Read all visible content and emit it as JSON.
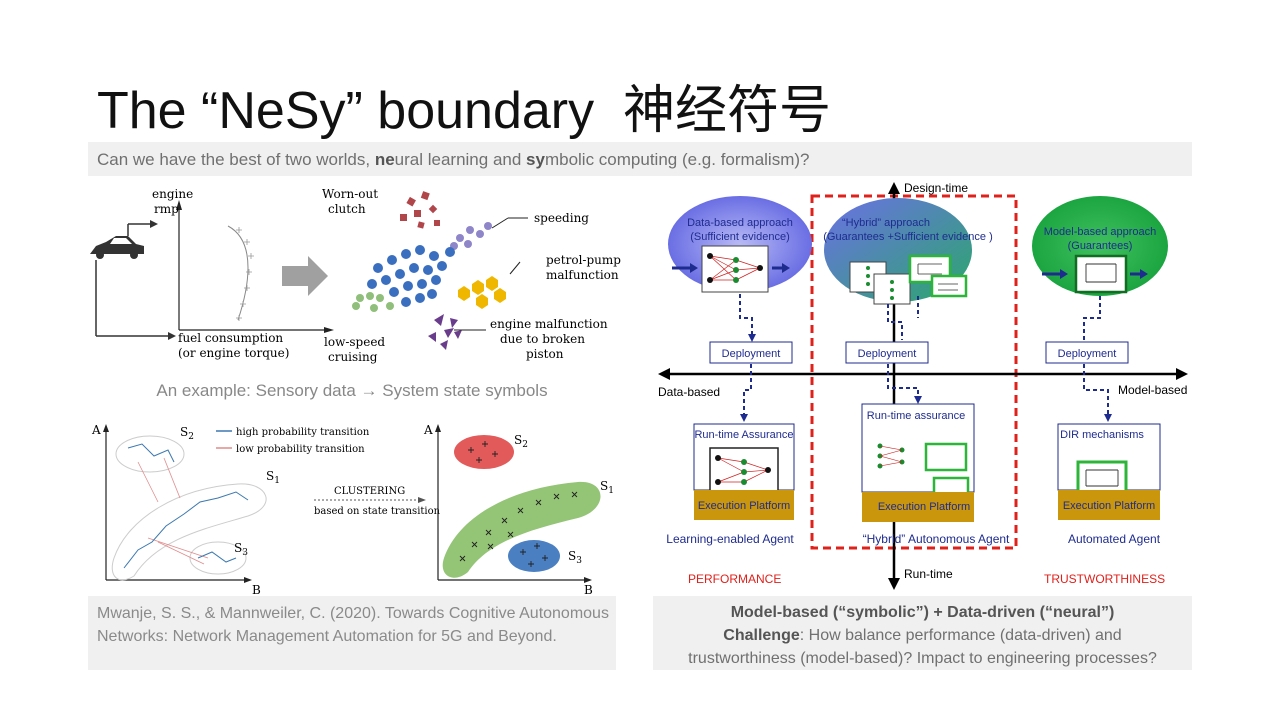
{
  "title": "The “NeSy” boundary",
  "title_cjk": "神经符号",
  "subtitle": {
    "p1": "Can we have the best of two worlds, ",
    "b1": "ne",
    "p2": "ural learning and ",
    "b2": "sy",
    "p3": "mbolic computing (e.g. formalism)?"
  },
  "sensor_figure": {
    "y_axis": [
      "engine",
      "rmp"
    ],
    "x_axis": [
      "fuel consumption",
      "(or engine torque)"
    ],
    "clusters": {
      "worn_out": [
        "Worn-out",
        "clutch"
      ],
      "speeding": "speeding",
      "petrol": [
        "petrol-pump",
        "malfunction"
      ],
      "low_speed": [
        "low-speed",
        "cruising"
      ],
      "engine": [
        "engine malfunction",
        "due to broken",
        "piston"
      ]
    }
  },
  "caption_example": "An example: Sensory data → System state symbols",
  "cluster_figure": {
    "axis_a": "A",
    "axis_b": "B",
    "s1": "S",
    "s2": "S",
    "s3": "S",
    "sub1": "1",
    "sub2": "2",
    "sub3": "3",
    "legend_high": "high probability transition",
    "legend_low": "low probability transition",
    "clustering": "CLUSTERING",
    "clustering_sub": "based on state transition"
  },
  "reference": "Mwanje, S. S., & Mannweiler, C. (2020). Towards Cognitive Autonomous Networks: Network Management Automation for 5G and Beyond.",
  "design_figure": {
    "design_time": "Design-time",
    "run_time": "Run-time",
    "data_based": "Data-based",
    "model_based": "Model-based",
    "left": {
      "title": "Data-based approach",
      "sub": "(Sufficient evidence)",
      "deployment": "Deployment",
      "box": "Run-time Assurance",
      "platform": "Execution Platform",
      "agent": "Learning-enabled Agent"
    },
    "mid": {
      "title": "“Hybrid” approach",
      "sub": "(Guarantees +Sufficient evidence )",
      "deployment": "Deployment",
      "box": "Run-time assurance",
      "platform": "Execution Platform",
      "agent": "“Hybrid” Autonomous Agent"
    },
    "right": {
      "title": "Model-based approach",
      "sub": "(Guarantees)",
      "deployment": "Deployment",
      "box": "DIR mechanisms",
      "platform": "Execution Platform",
      "agent": "Automated Agent"
    },
    "performance": "PERFORMANCE",
    "trustworthiness": "TRUSTWORTHINESS"
  },
  "note": {
    "line1": "Model-based (“symbolic”) + Data-driven (“neural”)",
    "challenge_label": "Challenge",
    "line2": ": How balance performance (data-driven) and",
    "line3": "trustworthiness (model-based)? Impact to engineering processes?"
  },
  "colors": {
    "accent_red": "#e0201b",
    "navy": "#1f2c8f",
    "platform_gold": "#c9960c",
    "model_green": "#1a9c3e",
    "data_blue": "#6f73e6"
  }
}
